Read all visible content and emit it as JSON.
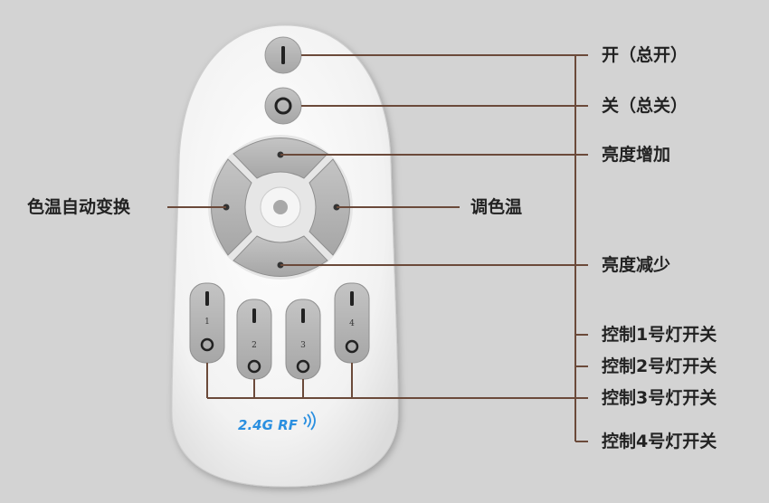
{
  "remote": {
    "power_on_symbol": "I",
    "power_off_symbol": "O",
    "zone_buttons": [
      {
        "number": "1",
        "on_symbol": "I",
        "off_symbol": "O"
      },
      {
        "number": "2",
        "on_symbol": "I",
        "off_symbol": "O"
      },
      {
        "number": "3",
        "on_symbol": "I",
        "off_symbol": "O"
      },
      {
        "number": "4",
        "on_symbol": "I",
        "off_symbol": "O"
      }
    ],
    "brand_text": "2.4G RF"
  },
  "callouts": {
    "power_on": "开（总开）",
    "power_off": "关（总关）",
    "brightness_up": "亮度增加",
    "auto_color_temp": "色温自动变换",
    "color_temp": "调色温",
    "brightness_down": "亮度减少",
    "zone_1": "控制1号灯开关",
    "zone_2": "控制2号灯开关",
    "zone_3": "控制3号灯开关",
    "zone_4": "控制4号灯开关"
  },
  "colors": {
    "background": "#d3d3d3",
    "remote_body": "#f4f4f4",
    "button_gray": "#b3b3b3",
    "leader_line": "#6b4a3a",
    "brand_blue": "#2a8fe0"
  }
}
